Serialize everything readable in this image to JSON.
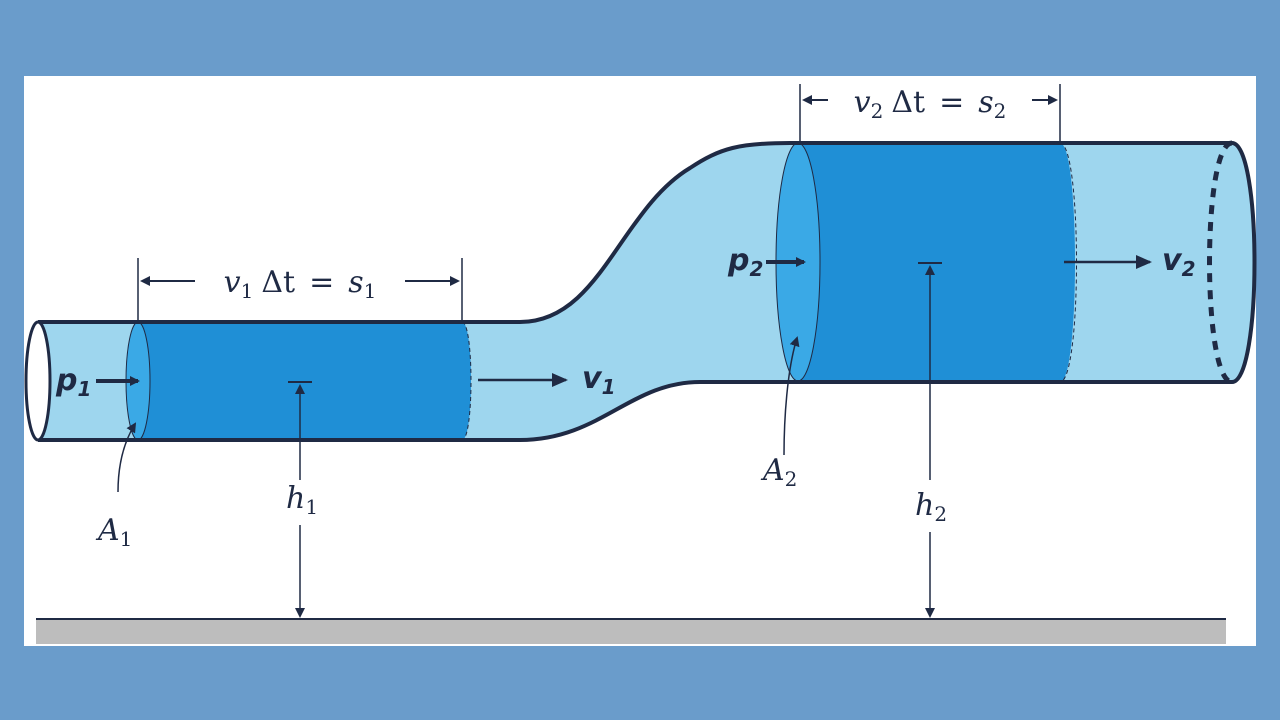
{
  "colors": {
    "frame": "#6a9ccb",
    "panel": "#ffffff",
    "pipe_fluid": "#9ed6ee",
    "fluid_segment": "#1f8fd6",
    "fluid_segment_dark": "#1677bd",
    "outline": "#1f2a44",
    "ground": "#bdbdbd"
  },
  "labels": {
    "s1": {
      "v": "v",
      "v_sub": "1",
      "dt": "Δt",
      "eq": "=",
      "s": "s",
      "s_sub": "1"
    },
    "s2": {
      "v": "v",
      "v_sub": "2",
      "dt": "Δt",
      "eq": "=",
      "s": "s",
      "s_sub": "2"
    },
    "p1": {
      "main": "p",
      "sub": "1"
    },
    "p2": {
      "main": "p",
      "sub": "2"
    },
    "v1": {
      "main": "v",
      "sub": "1"
    },
    "v2": {
      "main": "v",
      "sub": "2"
    },
    "A1": {
      "main": "A",
      "sub": "1"
    },
    "A2": {
      "main": "A",
      "sub": "2"
    },
    "h1": {
      "main": "h",
      "sub": "1"
    },
    "h2": {
      "main": "h",
      "sub": "2"
    }
  }
}
